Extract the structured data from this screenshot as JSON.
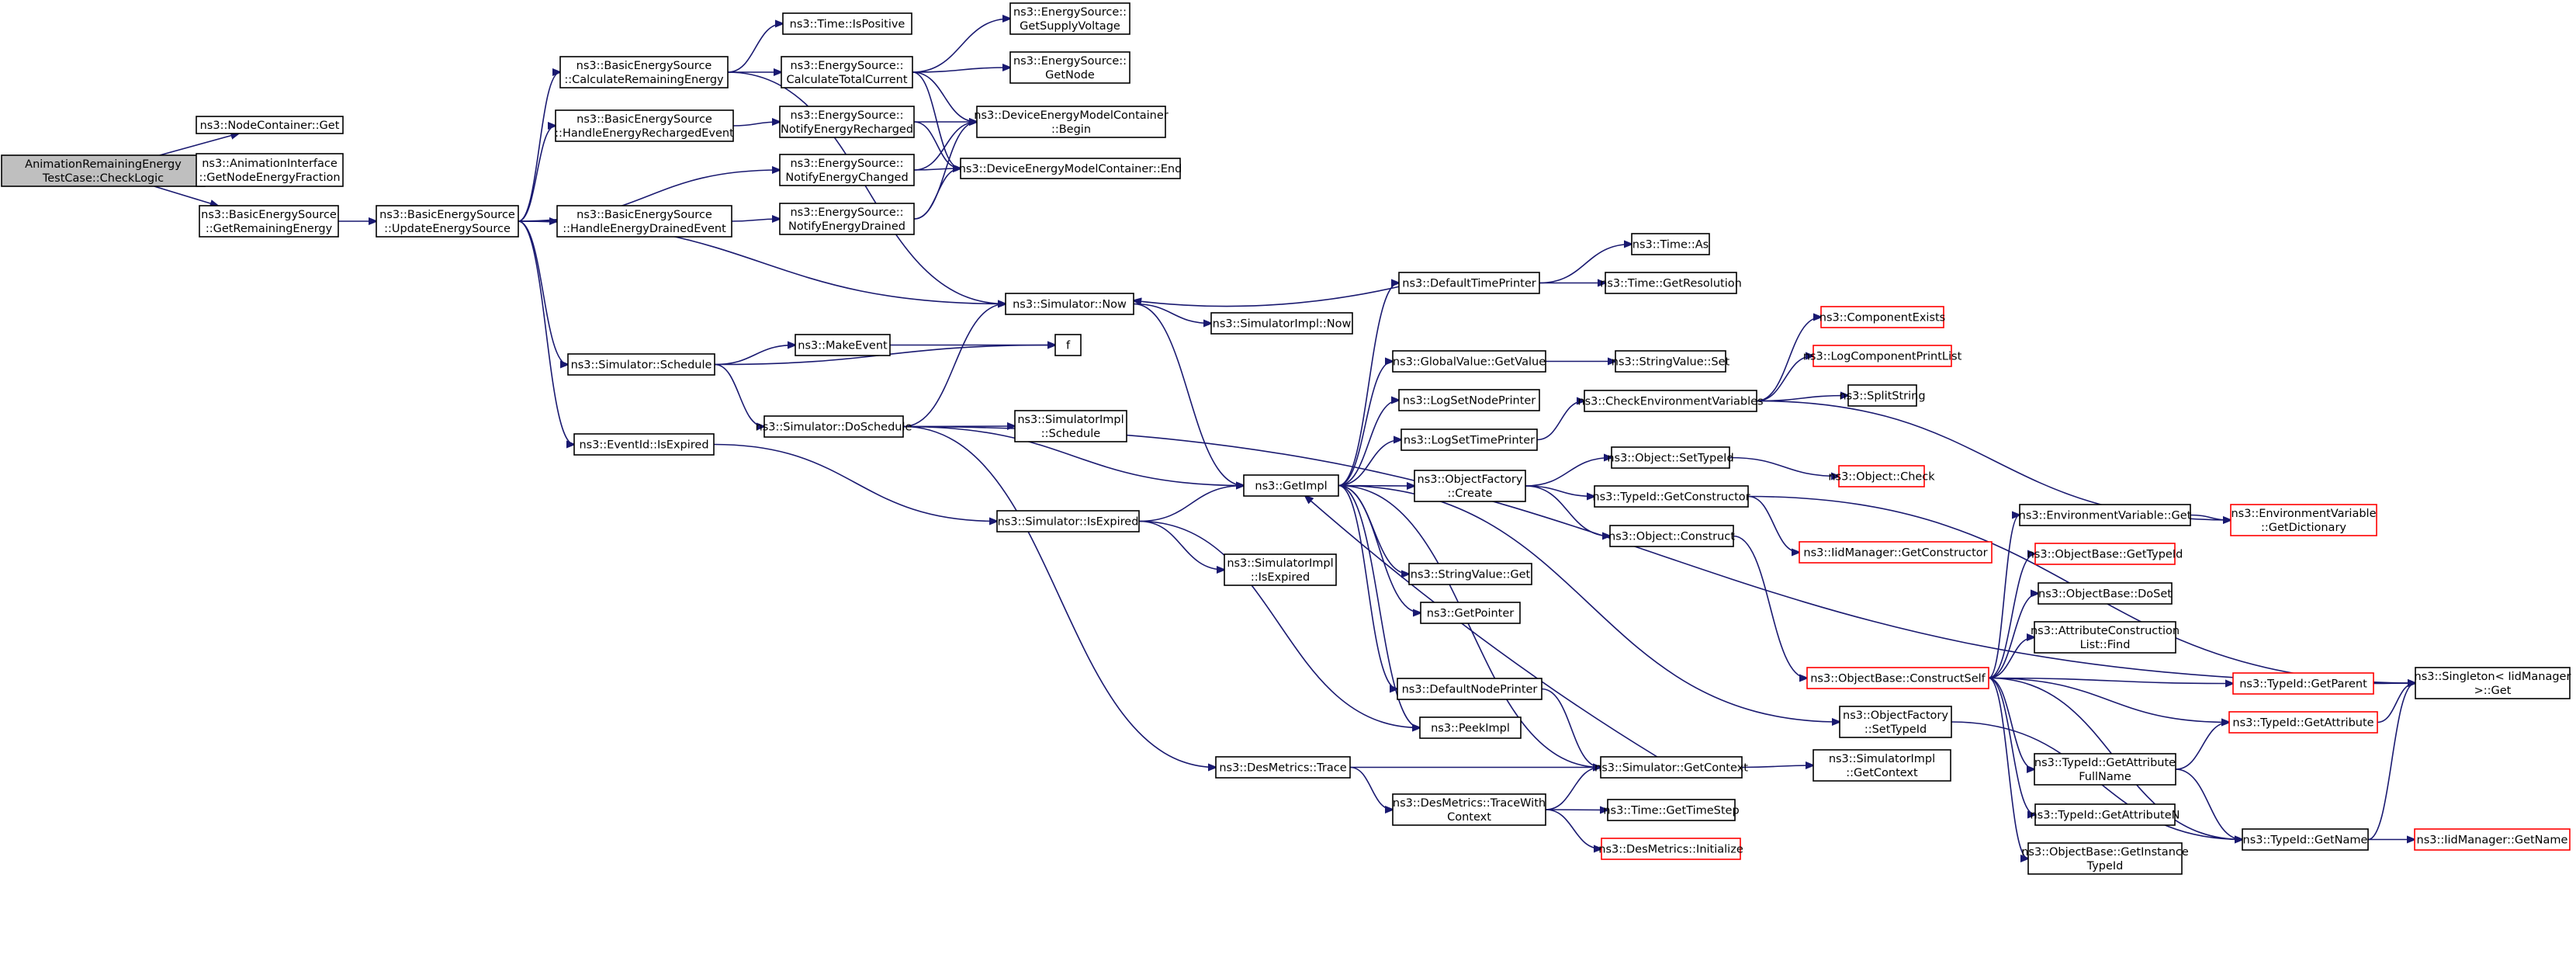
{
  "title": "",
  "colors": {
    "edge": "#191970",
    "root_fill": "#bfbfbf",
    "node_border": "#000000",
    "truncated_border": "#ff0000",
    "background": "#ffffff"
  },
  "nodes": [
    {
      "id": "root",
      "lines": [
        "AnimationRemainingEnergy",
        "TestCase::CheckLogic"
      ],
      "style": "root"
    },
    {
      "id": "nc_get",
      "lines": [
        "ns3::NodeContainer::Get"
      ],
      "style": "normal"
    },
    {
      "id": "anim_gnef",
      "lines": [
        "ns3::AnimationInterface",
        "::GetNodeEnergyFraction"
      ],
      "style": "normal"
    },
    {
      "id": "bes_gre",
      "lines": [
        "ns3::BasicEnergySource",
        "::GetRemainingEnergy"
      ],
      "style": "normal"
    },
    {
      "id": "bes_ues",
      "lines": [
        "ns3::BasicEnergySource",
        "::UpdateEnergySource"
      ],
      "style": "normal"
    },
    {
      "id": "bes_cre",
      "lines": [
        "ns3::BasicEnergySource",
        "::CalculateRemainingEnergy"
      ],
      "style": "normal"
    },
    {
      "id": "bes_herev",
      "lines": [
        "ns3::BasicEnergySource",
        "::HandleEnergyRechargedEvent"
      ],
      "style": "normal"
    },
    {
      "id": "bes_hedev",
      "lines": [
        "ns3::BasicEnergySource",
        "::HandleEnergyDrainedEvent"
      ],
      "style": "normal"
    },
    {
      "id": "time_ispos",
      "lines": [
        "ns3::Time::IsPositive"
      ],
      "style": "normal"
    },
    {
      "id": "es_ctc",
      "lines": [
        "ns3::EnergySource::",
        "CalculateTotalCurrent"
      ],
      "style": "normal"
    },
    {
      "id": "es_nerech",
      "lines": [
        "ns3::EnergySource::",
        "NotifyEnergyRecharged"
      ],
      "style": "normal"
    },
    {
      "id": "es_nechg",
      "lines": [
        "ns3::EnergySource::",
        "NotifyEnergyChanged"
      ],
      "style": "normal"
    },
    {
      "id": "es_nedrn",
      "lines": [
        "ns3::EnergySource::",
        "NotifyEnergyDrained"
      ],
      "style": "normal"
    },
    {
      "id": "es_gsv",
      "lines": [
        "ns3::EnergySource::",
        "GetSupplyVoltage"
      ],
      "style": "normal"
    },
    {
      "id": "es_gnode",
      "lines": [
        "ns3::EnergySource::",
        "GetNode"
      ],
      "style": "normal"
    },
    {
      "id": "demc_begin",
      "lines": [
        "ns3::DeviceEnergyModelContainer",
        "::Begin"
      ],
      "style": "normal"
    },
    {
      "id": "demc_end",
      "lines": [
        "ns3::DeviceEnergyModelContainer::End"
      ],
      "style": "normal"
    },
    {
      "id": "sim_now",
      "lines": [
        "ns3::Simulator::Now"
      ],
      "style": "normal"
    },
    {
      "id": "simimpl_now",
      "lines": [
        "ns3::SimulatorImpl::Now"
      ],
      "style": "normal"
    },
    {
      "id": "sim_sched",
      "lines": [
        "ns3::Simulator::Schedule"
      ],
      "style": "normal"
    },
    {
      "id": "makeevent",
      "lines": [
        "ns3::MakeEvent"
      ],
      "style": "normal"
    },
    {
      "id": "f",
      "lines": [
        "f"
      ],
      "style": "normal"
    },
    {
      "id": "sim_dosched",
      "lines": [
        "ns3::Simulator::DoSchedule"
      ],
      "style": "normal"
    },
    {
      "id": "simimpl_sched",
      "lines": [
        "ns3::SimulatorImpl",
        "::Schedule"
      ],
      "style": "normal"
    },
    {
      "id": "eventid_isexp",
      "lines": [
        "ns3::EventId::IsExpired"
      ],
      "style": "normal"
    },
    {
      "id": "sim_isexp",
      "lines": [
        "ns3::Simulator::IsExpired"
      ],
      "style": "normal"
    },
    {
      "id": "simimpl_isexp",
      "lines": [
        "ns3::SimulatorImpl",
        "::IsExpired"
      ],
      "style": "normal"
    },
    {
      "id": "getimpl",
      "lines": [
        "ns3::GetImpl"
      ],
      "style": "normal"
    },
    {
      "id": "desm_trace",
      "lines": [
        "ns3::DesMetrics::Trace"
      ],
      "style": "normal"
    },
    {
      "id": "desm_twc",
      "lines": [
        "ns3::DesMetrics::TraceWith",
        "Context"
      ],
      "style": "normal"
    },
    {
      "id": "def_tp",
      "lines": [
        "ns3::DefaultTimePrinter"
      ],
      "style": "normal"
    },
    {
      "id": "time_as",
      "lines": [
        "ns3::Time::As"
      ],
      "style": "normal"
    },
    {
      "id": "time_getres",
      "lines": [
        "ns3::Time::GetResolution"
      ],
      "style": "normal"
    },
    {
      "id": "gv_getvalue",
      "lines": [
        "ns3::GlobalValue::GetValue"
      ],
      "style": "normal"
    },
    {
      "id": "sv_set",
      "lines": [
        "ns3::StringValue::Set"
      ],
      "style": "normal"
    },
    {
      "id": "logsetnp",
      "lines": [
        "ns3::LogSetNodePrinter"
      ],
      "style": "normal"
    },
    {
      "id": "logsettp",
      "lines": [
        "ns3::LogSetTimePrinter"
      ],
      "style": "normal"
    },
    {
      "id": "checkenv",
      "lines": [
        "ns3::CheckEnvironmentVariables"
      ],
      "style": "normal"
    },
    {
      "id": "compexists",
      "lines": [
        "ns3::ComponentExists"
      ],
      "style": "red"
    },
    {
      "id": "logcpl",
      "lines": [
        "ns3::LogComponentPrintList"
      ],
      "style": "red"
    },
    {
      "id": "splitstring",
      "lines": [
        "ns3::SplitString"
      ],
      "style": "normal"
    },
    {
      "id": "of_create",
      "lines": [
        "ns3::ObjectFactory",
        "::Create"
      ],
      "style": "normal"
    },
    {
      "id": "obj_settid",
      "lines": [
        "ns3::Object::SetTypeId"
      ],
      "style": "normal"
    },
    {
      "id": "obj_check",
      "lines": [
        "ns3::Object::Check"
      ],
      "style": "red"
    },
    {
      "id": "tid_getctor",
      "lines": [
        "ns3::TypeId::GetConstructor"
      ],
      "style": "normal"
    },
    {
      "id": "iidm_getctor",
      "lines": [
        "ns3::IidManager::GetConstructor"
      ],
      "style": "red"
    },
    {
      "id": "obj_construct",
      "lines": [
        "ns3::Object::Construct"
      ],
      "style": "normal"
    },
    {
      "id": "sv_get",
      "lines": [
        "ns3::StringValue::Get"
      ],
      "style": "normal"
    },
    {
      "id": "getpointer",
      "lines": [
        "ns3::GetPointer"
      ],
      "style": "normal"
    },
    {
      "id": "def_np",
      "lines": [
        "ns3::DefaultNodePrinter"
      ],
      "style": "normal"
    },
    {
      "id": "peekimpl",
      "lines": [
        "ns3::PeekImpl"
      ],
      "style": "normal"
    },
    {
      "id": "sim_getctx",
      "lines": [
        "ns3::Simulator::GetContext"
      ],
      "style": "normal"
    },
    {
      "id": "simimpl_getctx",
      "lines": [
        "ns3::SimulatorImpl",
        "::GetContext"
      ],
      "style": "normal"
    },
    {
      "id": "time_gettimestep",
      "lines": [
        "ns3::Time::GetTimeStep"
      ],
      "style": "normal"
    },
    {
      "id": "desm_init",
      "lines": [
        "ns3::DesMetrics::Initialize"
      ],
      "style": "red"
    },
    {
      "id": "of_settid",
      "lines": [
        "ns3::ObjectFactory",
        "::SetTypeId"
      ],
      "style": "normal"
    },
    {
      "id": "envvar_get",
      "lines": [
        "ns3::EnvironmentVariable::Get"
      ],
      "style": "normal"
    },
    {
      "id": "envvar_getdict",
      "lines": [
        "ns3::EnvironmentVariable",
        "::GetDictionary"
      ],
      "style": "red"
    },
    {
      "id": "ob_gettid",
      "lines": [
        "ns3::ObjectBase::GetTypeId"
      ],
      "style": "red"
    },
    {
      "id": "ob_doset",
      "lines": [
        "ns3::ObjectBase::DoSet"
      ],
      "style": "normal"
    },
    {
      "id": "acl_find",
      "lines": [
        "ns3::AttributeConstruction",
        "List::Find"
      ],
      "style": "normal"
    },
    {
      "id": "ob_constructself",
      "lines": [
        "ns3::ObjectBase::ConstructSelf"
      ],
      "style": "red"
    },
    {
      "id": "tid_getparent",
      "lines": [
        "ns3::TypeId::GetParent"
      ],
      "style": "red"
    },
    {
      "id": "tid_getattr",
      "lines": [
        "ns3::TypeId::GetAttribute"
      ],
      "style": "red"
    },
    {
      "id": "singleton_get",
      "lines": [
        "ns3::Singleton< IidManager",
        ">::Get"
      ],
      "style": "normal"
    },
    {
      "id": "tid_getattrfn",
      "lines": [
        "ns3::TypeId::GetAttribute",
        "FullName"
      ],
      "style": "normal"
    },
    {
      "id": "tid_getattrn",
      "lines": [
        "ns3::TypeId::GetAttributeN"
      ],
      "style": "normal"
    },
    {
      "id": "ob_getinsttid",
      "lines": [
        "ns3::ObjectBase::GetInstance",
        "TypeId"
      ],
      "style": "normal"
    },
    {
      "id": "tid_getname",
      "lines": [
        "ns3::TypeId::GetName"
      ],
      "style": "normal"
    },
    {
      "id": "iidm_getname",
      "lines": [
        "ns3::IidManager::GetName"
      ],
      "style": "red"
    }
  ],
  "edges": [
    [
      "root",
      "nc_get"
    ],
    [
      "root",
      "anim_gnef"
    ],
    [
      "root",
      "bes_gre"
    ],
    [
      "bes_gre",
      "bes_ues"
    ],
    [
      "bes_ues",
      "bes_cre"
    ],
    [
      "bes_ues",
      "bes_herev"
    ],
    [
      "bes_ues",
      "es_nechg"
    ],
    [
      "bes_ues",
      "bes_hedev"
    ],
    [
      "bes_ues",
      "sim_now"
    ],
    [
      "bes_ues",
      "sim_sched"
    ],
    [
      "bes_ues",
      "eventid_isexp"
    ],
    [
      "bes_cre",
      "time_ispos"
    ],
    [
      "bes_cre",
      "es_ctc"
    ],
    [
      "bes_cre",
      "sim_now"
    ],
    [
      "bes_herev",
      "es_nerech"
    ],
    [
      "bes_hedev",
      "es_nedrn"
    ],
    [
      "es_ctc",
      "es_gsv"
    ],
    [
      "es_ctc",
      "es_gnode"
    ],
    [
      "es_ctc",
      "demc_begin"
    ],
    [
      "es_ctc",
      "demc_end"
    ],
    [
      "es_nerech",
      "demc_begin"
    ],
    [
      "es_nerech",
      "demc_end"
    ],
    [
      "es_nechg",
      "demc_begin"
    ],
    [
      "es_nechg",
      "demc_end"
    ],
    [
      "es_nedrn",
      "demc_begin"
    ],
    [
      "es_nedrn",
      "demc_end"
    ],
    [
      "sim_now",
      "simimpl_now"
    ],
    [
      "sim_now",
      "getimpl"
    ],
    [
      "sim_sched",
      "makeevent"
    ],
    [
      "sim_sched",
      "f"
    ],
    [
      "sim_sched",
      "sim_dosched"
    ],
    [
      "makeevent",
      "f"
    ],
    [
      "sim_dosched",
      "sim_now"
    ],
    [
      "sim_dosched",
      "simimpl_sched"
    ],
    [
      "sim_dosched",
      "getimpl"
    ],
    [
      "sim_dosched",
      "desm_trace"
    ],
    [
      "sim_dosched",
      "singleton_get"
    ],
    [
      "eventid_isexp",
      "sim_isexp"
    ],
    [
      "sim_isexp",
      "getimpl"
    ],
    [
      "sim_isexp",
      "simimpl_isexp"
    ],
    [
      "sim_isexp",
      "peekimpl"
    ],
    [
      "getimpl",
      "def_tp"
    ],
    [
      "getimpl",
      "gv_getvalue"
    ],
    [
      "getimpl",
      "logsetnp"
    ],
    [
      "getimpl",
      "logsettp"
    ],
    [
      "getimpl",
      "of_create"
    ],
    [
      "getimpl",
      "sv_get"
    ],
    [
      "getimpl",
      "getpointer"
    ],
    [
      "getimpl",
      "def_np"
    ],
    [
      "getimpl",
      "peekimpl"
    ],
    [
      "getimpl",
      "of_settid"
    ],
    [
      "getimpl",
      "sim_getctx"
    ],
    [
      "def_tp",
      "sim_now"
    ],
    [
      "def_tp",
      "time_as"
    ],
    [
      "def_tp",
      "time_getres"
    ],
    [
      "gv_getvalue",
      "sv_set"
    ],
    [
      "logsettp",
      "checkenv"
    ],
    [
      "checkenv",
      "compexists"
    ],
    [
      "checkenv",
      "logcpl"
    ],
    [
      "checkenv",
      "splitstring"
    ],
    [
      "checkenv",
      "envvar_getdict"
    ],
    [
      "of_create",
      "obj_settid"
    ],
    [
      "of_create",
      "tid_getctor"
    ],
    [
      "of_create",
      "obj_construct"
    ],
    [
      "obj_settid",
      "obj_check"
    ],
    [
      "tid_getctor",
      "iidm_getctor"
    ],
    [
      "tid_getctor",
      "singleton_get"
    ],
    [
      "obj_construct",
      "ob_constructself"
    ],
    [
      "def_np",
      "sim_getctx"
    ],
    [
      "sim_getctx",
      "getimpl"
    ],
    [
      "sim_getctx",
      "simimpl_getctx"
    ],
    [
      "desm_trace",
      "sim_getctx"
    ],
    [
      "desm_trace",
      "desm_twc"
    ],
    [
      "desm_twc",
      "sim_getctx"
    ],
    [
      "desm_twc",
      "time_gettimestep"
    ],
    [
      "desm_twc",
      "desm_init"
    ],
    [
      "of_settid",
      "tid_getname"
    ],
    [
      "envvar_get",
      "envvar_getdict"
    ],
    [
      "ob_constructself",
      "envvar_get"
    ],
    [
      "ob_constructself",
      "ob_gettid"
    ],
    [
      "ob_constructself",
      "ob_doset"
    ],
    [
      "ob_constructself",
      "acl_find"
    ],
    [
      "ob_constructself",
      "tid_getparent"
    ],
    [
      "ob_constructself",
      "tid_getattr"
    ],
    [
      "ob_constructself",
      "tid_getattrfn"
    ],
    [
      "ob_constructself",
      "tid_getattrn"
    ],
    [
      "ob_constructself",
      "ob_getinsttid"
    ],
    [
      "ob_constructself",
      "tid_getname"
    ],
    [
      "tid_getparent",
      "singleton_get"
    ],
    [
      "tid_getattr",
      "singleton_get"
    ],
    [
      "tid_getattrfn",
      "tid_getattr"
    ],
    [
      "tid_getattrfn",
      "tid_getname"
    ],
    [
      "tid_getname",
      "singleton_get"
    ],
    [
      "tid_getname",
      "iidm_getname"
    ]
  ]
}
